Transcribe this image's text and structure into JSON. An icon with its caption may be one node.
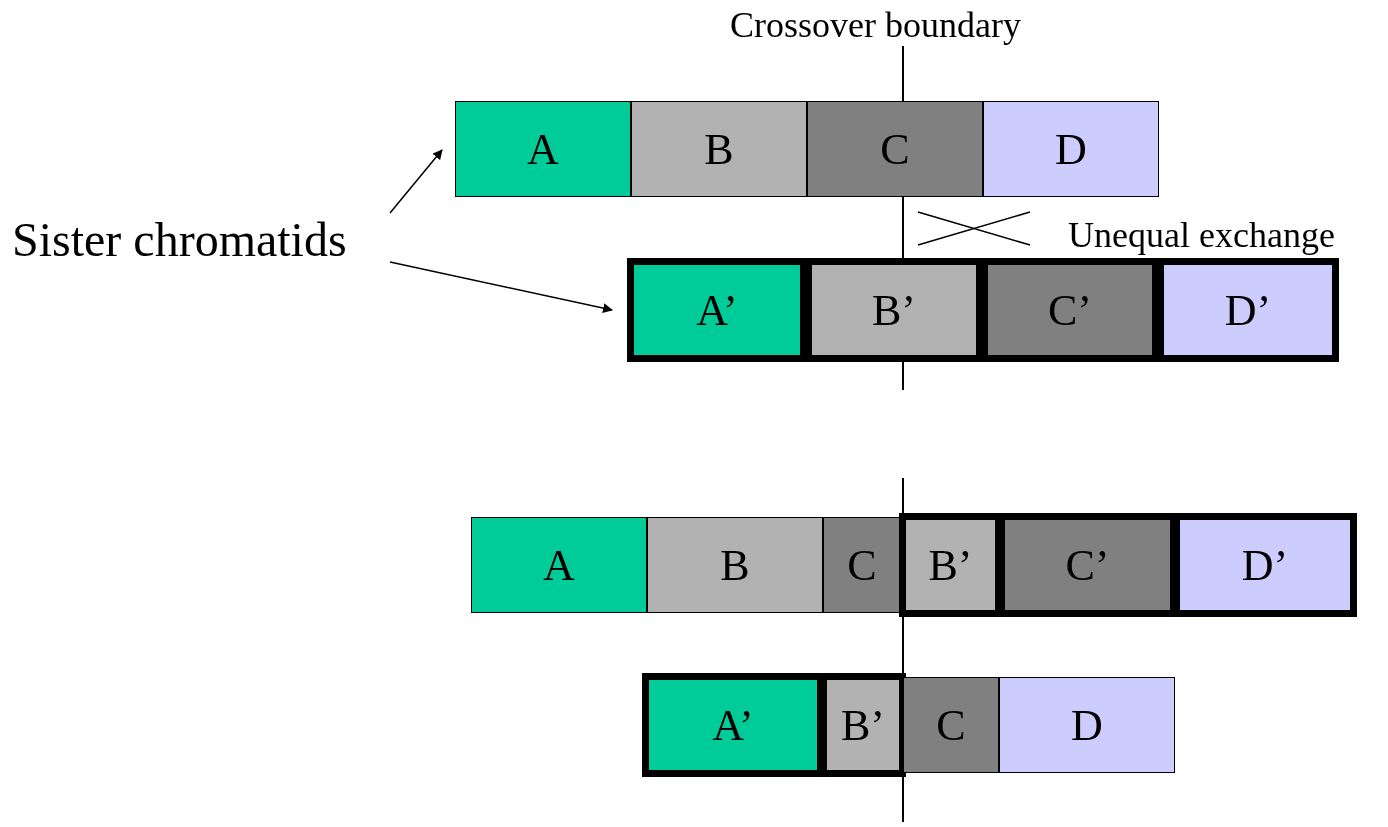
{
  "diagram": {
    "nodes": [
      {
        "text": [
          "Sister chromatids"
        ]
      },
      {
        "text": [
          "A"
        ]
      },
      {
        "text": [
          "B"
        ]
      },
      {
        "text": [
          "C"
        ]
      },
      {
        "text": [
          "D"
        ]
      },
      {
        "text": [
          "A’"
        ]
      },
      {
        "text": [
          "B’"
        ]
      },
      {
        "text": [
          "C’"
        ]
      },
      {
        "text": [
          "D’"
        ]
      },
      {
        "text": [
          "A"
        ]
      },
      {
        "text": [
          "B"
        ]
      },
      {
        "text": [
          "C"
        ]
      },
      {
        "text": [
          "B’"
        ]
      },
      {
        "text": [
          "C’"
        ]
      },
      {
        "text": [
          "D’"
        ]
      },
      {
        "text": [
          "A’"
        ]
      },
      {
        "text": [
          "B’"
        ]
      },
      {
        "text": [
          "C"
        ]
      },
      {
        "text": [
          "D"
        ]
      }
    ],
    "edges": [
      {
        "from": 0,
        "to": 1,
        "arrow": "to"
      },
      {
        "from": 0,
        "to": 5,
        "arrow": "to"
      }
    ],
    "labels": [
      "Crossover boundary",
      "Unequal exchange"
    ]
  }
}
